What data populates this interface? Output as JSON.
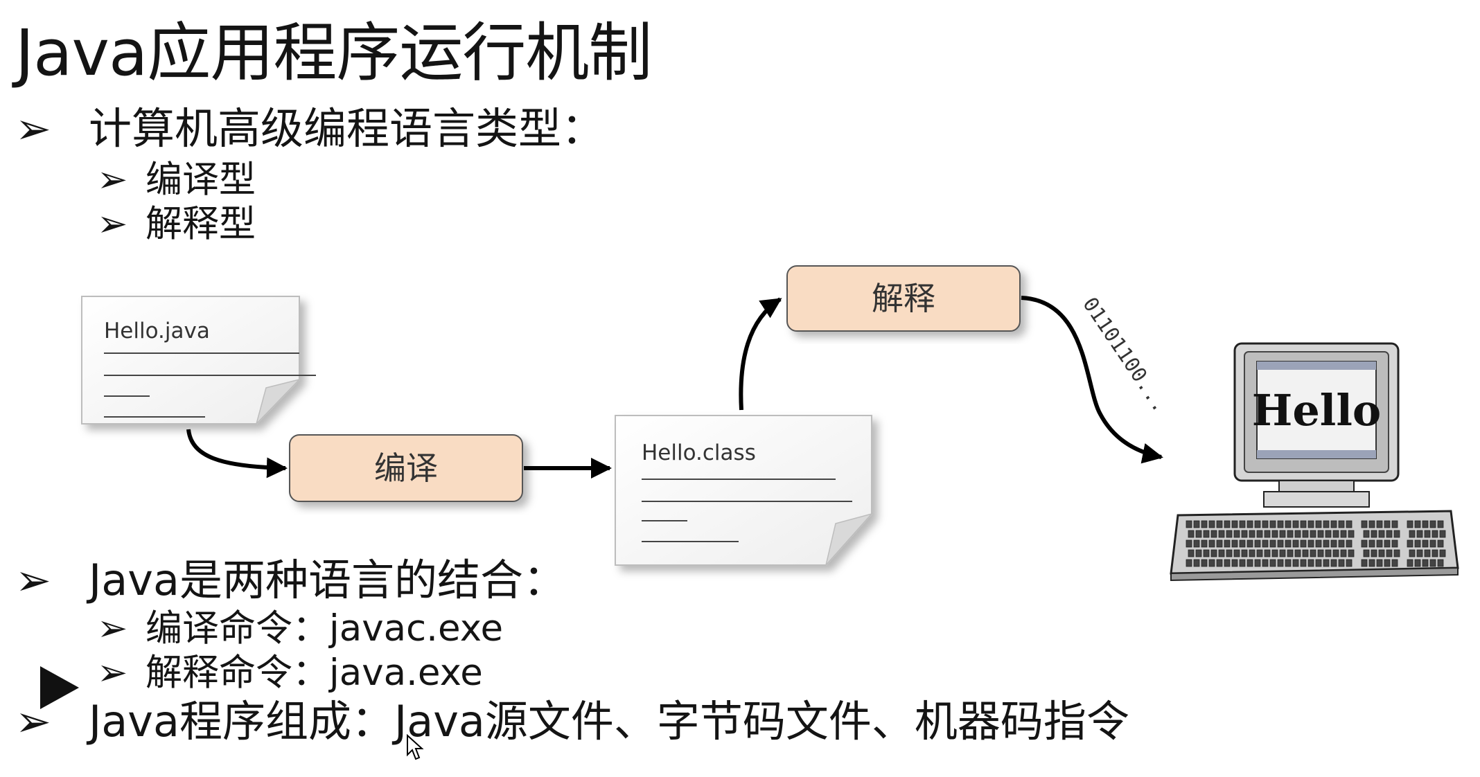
{
  "slide": {
    "title": "Java应用程序运行机制",
    "bullets": {
      "b1": "计算机高级编程语言类型：",
      "b1_sub1": "编译型",
      "b1_sub2": "解释型",
      "b2": "Java是两种语言的结合：",
      "b2_sub1": "编译命令：javac.exe",
      "b2_sub2": "解释命令：java.exe",
      "b3": "Java程序组成：Java源文件、字节码文件、机器码指令"
    },
    "bullet_symbol": "➢"
  },
  "diagram": {
    "source_file": "Hello.java",
    "compile_step": "编译",
    "bytecode_file": "Hello.class",
    "interpret_step": "解释",
    "machine_code": "01101100...",
    "screen_output": "Hello"
  },
  "colors": {
    "process_box_fill": "#f9dcc3",
    "process_box_stroke": "#555555",
    "arrow": "#000000"
  },
  "icons": {
    "play": "play-icon",
    "cursor": "mouse-cursor-icon",
    "computer": "computer-icon",
    "document": "document-icon"
  }
}
